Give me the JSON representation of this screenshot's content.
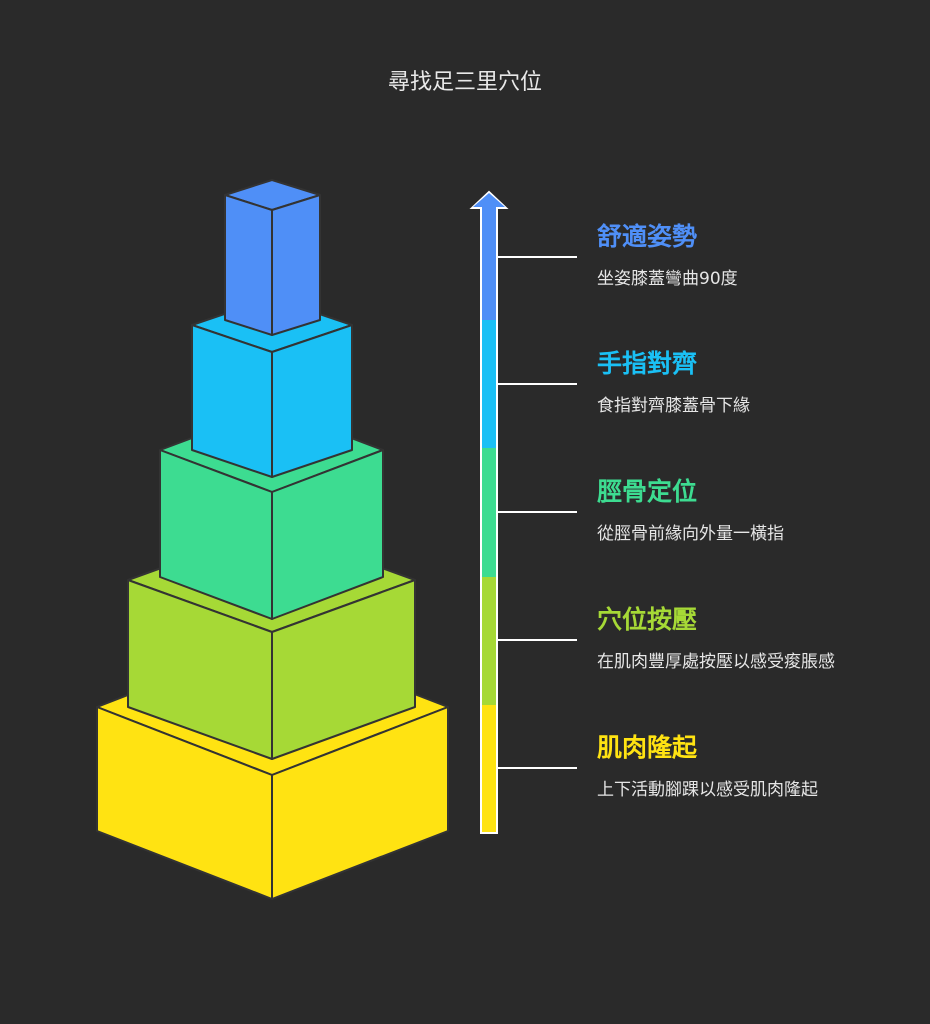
{
  "title": "尋找足三里穴位",
  "steps": [
    {
      "heading": "舒適姿勢",
      "desc": "坐姿膝蓋彎曲90度",
      "color": "#4f8ff7"
    },
    {
      "heading": "手指對齊",
      "desc": "食指對齊膝蓋骨下緣",
      "color": "#1ac0f5"
    },
    {
      "heading": "脛骨定位",
      "desc": "從脛骨前緣向外量一橫指",
      "color": "#3ddc91"
    },
    {
      "heading": "穴位按壓",
      "desc": "在肌肉豐厚處按壓以感受痠脹感",
      "color": "#a6d936"
    },
    {
      "heading": "肌肉隆起",
      "desc": "上下活動腳踝以感受肌肉隆起",
      "color": "#ffe312"
    }
  ]
}
